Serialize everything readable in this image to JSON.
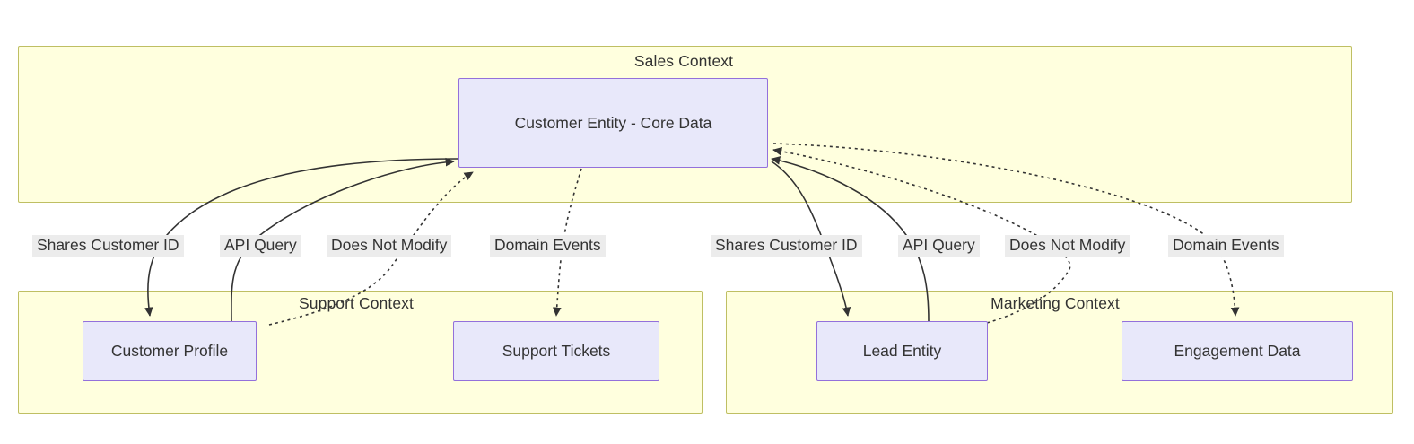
{
  "diagram": {
    "type": "bounded-context-relationship-diagram",
    "background_color": "#ffffff",
    "cluster_fill": "#ffffde",
    "cluster_stroke": "#bfbf63",
    "node_fill": "#e8e8fa",
    "node_stroke": "#9370db",
    "edge_label_fill": "#ececec",
    "text_color": "#333333"
  },
  "clusters": [
    {
      "id": "sales",
      "title": "Sales Context"
    },
    {
      "id": "support",
      "title": "Support Context"
    },
    {
      "id": "marketing",
      "title": "Marketing Context"
    }
  ],
  "nodes": [
    {
      "id": "core",
      "label": "Customer Entity - Core Data",
      "cluster": "sales"
    },
    {
      "id": "profile",
      "label": "Customer Profile",
      "cluster": "support"
    },
    {
      "id": "tickets",
      "label": "Support Tickets",
      "cluster": "support"
    },
    {
      "id": "lead",
      "label": "Lead Entity",
      "cluster": "marketing"
    },
    {
      "id": "engagement",
      "label": "Engagement Data",
      "cluster": "marketing"
    }
  ],
  "edge_labels": {
    "support_shares": "Shares Customer ID",
    "support_api": "API Query",
    "support_nomodify": "Does Not Modify",
    "support_events": "Domain Events",
    "marketing_shares": "Shares Customer ID",
    "marketing_api": "API Query",
    "marketing_nomodify": "Does Not Modify",
    "marketing_events": "Domain Events"
  },
  "edges": [
    {
      "from": "core",
      "to": "profile",
      "label": "Shares Customer ID",
      "style": "solid"
    },
    {
      "from": "profile",
      "to": "core",
      "label": "API Query",
      "style": "solid"
    },
    {
      "from": "profile",
      "to": "core",
      "label": "Does Not Modify",
      "style": "dotted"
    },
    {
      "from": "core",
      "to": "tickets",
      "label": "Domain Events",
      "style": "dotted"
    },
    {
      "from": "core",
      "to": "lead",
      "label": "Shares Customer ID",
      "style": "solid"
    },
    {
      "from": "lead",
      "to": "core",
      "label": "API Query",
      "style": "solid"
    },
    {
      "from": "lead",
      "to": "core",
      "label": "Does Not Modify",
      "style": "dotted"
    },
    {
      "from": "core",
      "to": "engagement",
      "label": "Domain Events",
      "style": "dotted"
    }
  ]
}
